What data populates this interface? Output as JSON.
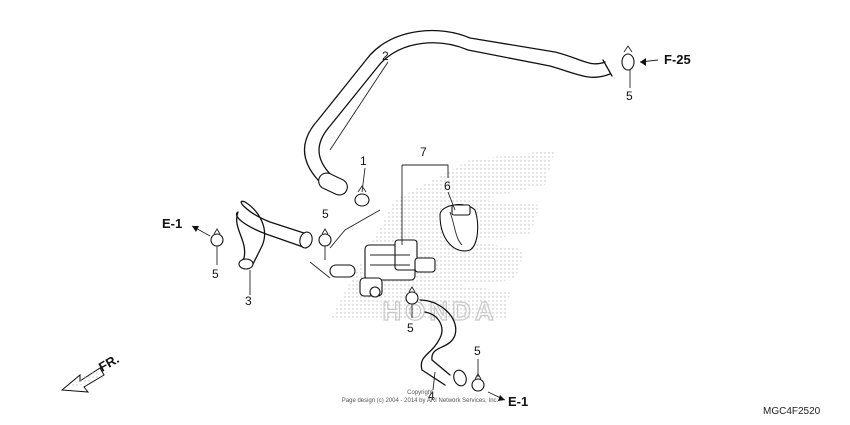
{
  "labels": {
    "p1": "1",
    "p2": "2",
    "p3": "3",
    "p4": "4",
    "p5a": "5",
    "p5b": "5",
    "p5c": "5",
    "p5d": "5",
    "p5e": "5",
    "p6": "6",
    "p7": "7"
  },
  "refs": {
    "f25": "F-25",
    "e1_left": "E-1",
    "e1_bottom": "E-1",
    "fr": "FR."
  },
  "diagram_code": "MGC4F2520",
  "copyright_line1": "Copyright",
  "copyright_line2": "Page design (c) 2004 - 2014 by ARI Network Services, Inc.",
  "watermark_text": "HONDA"
}
